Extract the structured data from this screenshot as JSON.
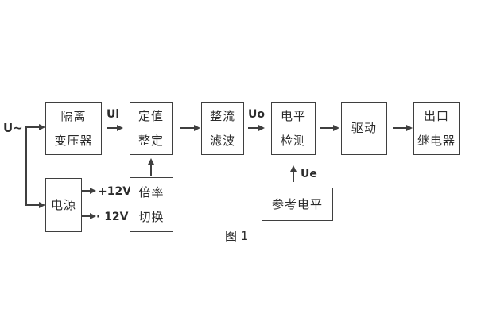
{
  "figure_caption": "图 1",
  "signals": {
    "input": "U~",
    "ui": "Ui",
    "uo": "Uo",
    "ue": "Ue",
    "plus_12v": "+12V",
    "minus_12v": "· 12V"
  },
  "blocks": {
    "isolation_transformer": {
      "line1": "隔离",
      "line2": "变压器"
    },
    "setpoint_adjust": {
      "line1": "定值",
      "line2": "整定"
    },
    "rectify_filter": {
      "line1": "整流",
      "line2": "滤波"
    },
    "level_detect": {
      "line1": "电平",
      "line2": "检测"
    },
    "drive": {
      "label": "驱动"
    },
    "output_relay": {
      "line1": "出口",
      "line2": "继电器"
    },
    "power_supply": {
      "label": "电源"
    },
    "ratio_switch": {
      "line1": "倍率",
      "line2": "切换"
    },
    "reference_level": {
      "label": "参考电平"
    }
  },
  "colors": {
    "line": "#3f3f3f",
    "text": "#2b2b2b",
    "background": "#ffffff"
  }
}
